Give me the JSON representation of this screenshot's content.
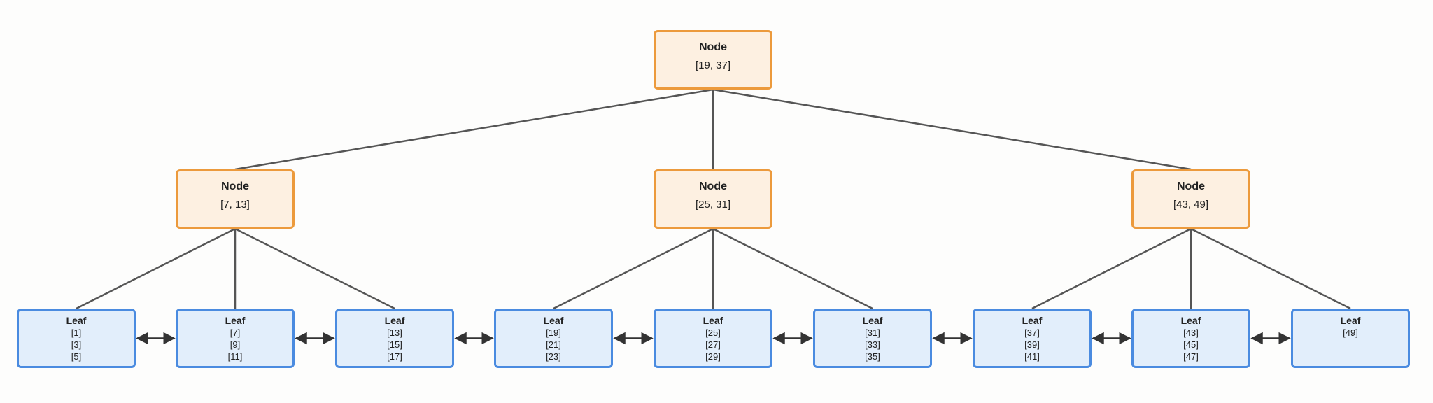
{
  "colors": {
    "internal_fill": "#fdf0e1",
    "internal_border": "#ec9a3c",
    "leaf_fill": "#e2eefb",
    "leaf_border": "#4a8be0",
    "edge": "#555555",
    "sibling_arrow": "#333333"
  },
  "root": {
    "title": "Node",
    "keys": "[19, 37]"
  },
  "internals": [
    {
      "title": "Node",
      "keys": "[7, 13]"
    },
    {
      "title": "Node",
      "keys": "[25, 31]"
    },
    {
      "title": "Node",
      "keys": "[43, 49]"
    }
  ],
  "leaves": [
    {
      "title": "Leaf",
      "entries": [
        "[1]",
        "[3]",
        "[5]"
      ]
    },
    {
      "title": "Leaf",
      "entries": [
        "[7]",
        "[9]",
        "[11]"
      ]
    },
    {
      "title": "Leaf",
      "entries": [
        "[13]",
        "[15]",
        "[17]"
      ]
    },
    {
      "title": "Leaf",
      "entries": [
        "[19]",
        "[21]",
        "[23]"
      ]
    },
    {
      "title": "Leaf",
      "entries": [
        "[25]",
        "[27]",
        "[29]"
      ]
    },
    {
      "title": "Leaf",
      "entries": [
        "[31]",
        "[33]",
        "[35]"
      ]
    },
    {
      "title": "Leaf",
      "entries": [
        "[37]",
        "[39]",
        "[41]"
      ]
    },
    {
      "title": "Leaf",
      "entries": [
        "[43]",
        "[45]",
        "[47]"
      ]
    },
    {
      "title": "Leaf",
      "entries": [
        "[49]"
      ]
    }
  ]
}
